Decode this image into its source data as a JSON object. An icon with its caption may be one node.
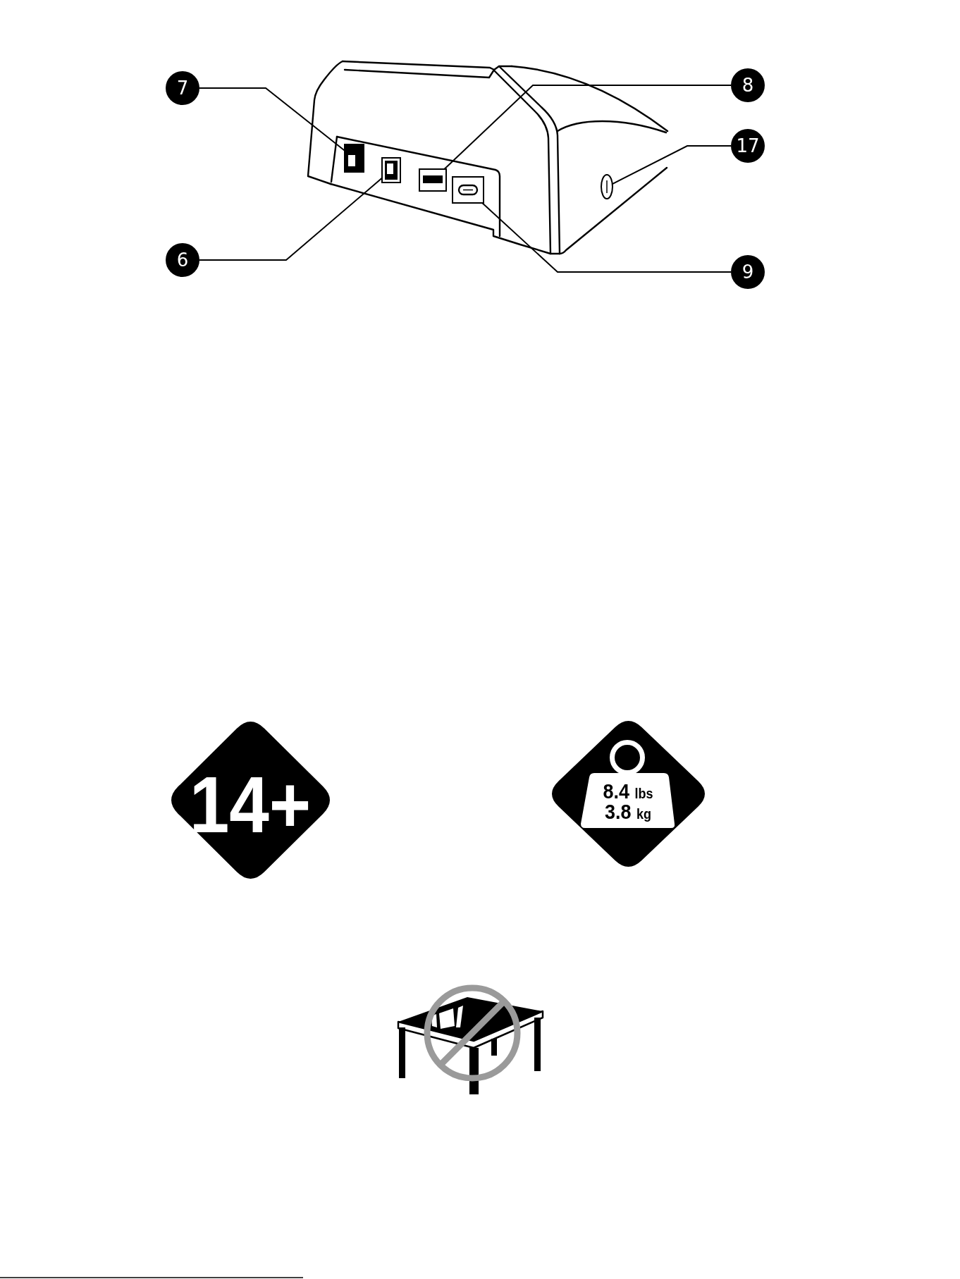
{
  "diagram": {
    "nodes": [
      {
        "text": [
          "7"
        ]
      },
      {
        "text": [
          "8"
        ]
      },
      {
        "text": [
          "17"
        ]
      },
      {
        "text": [
          "6"
        ]
      },
      {
        "text": [
          "9"
        ]
      },
      {
        "text": [],
        "shape": "box"
      },
      {
        "text": [],
        "shape": "box"
      },
      {
        "text": [],
        "shape": "box"
      },
      {
        "text": [],
        "shape": "box"
      },
      {
        "text": [],
        "shape": "circle"
      },
      {
        "text": [
          "14+"
        ]
      },
      {
        "text": [
          "8.4 lbs",
          "3.8 kg"
        ]
      }
    ],
    "edges": [
      {
        "from": 0,
        "to": 5,
        "arrow": "none"
      },
      {
        "from": 1,
        "to": 7,
        "arrow": "none"
      },
      {
        "from": 2,
        "to": 9,
        "arrow": "none"
      },
      {
        "from": 3,
        "to": 6,
        "arrow": "none"
      },
      {
        "from": 4,
        "to": 8,
        "arrow": "none"
      }
    ]
  }
}
